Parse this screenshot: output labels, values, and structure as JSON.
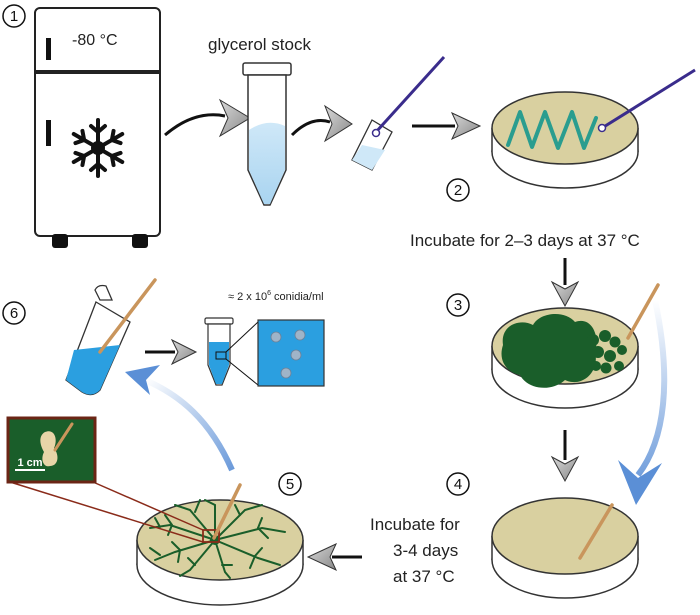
{
  "freezer": {
    "temperature": "-80 °C"
  },
  "steps": {
    "s1": "1",
    "s2": "2",
    "s3": "3",
    "s4": "4",
    "s5": "5",
    "s6": "6"
  },
  "labels": {
    "glycerol": "glycerol stock",
    "incubate_1": "Incubate for 2–3 days at 37 °C",
    "incubate_2_line1": "Incubate for",
    "incubate_2_line2": "3-4 days",
    "incubate_2_line3": "at 37 °C",
    "conidia_prefix": "≈ 2 x 10",
    "conidia_exp": "6",
    "conidia_suffix": " conidia/ml",
    "scale_bar": "1 cm"
  },
  "colors": {
    "agar": "#d9d0a0",
    "colony": "#1a5e2a",
    "liquid": "#2b9fe0",
    "loop": "#3a2c8c",
    "swab": "#c9955c",
    "arrow_gray": "#a8a8a8",
    "arrow_blue": "#5b8fd6"
  },
  "icons": [
    "snowflake-icon",
    "freezer-icon",
    "tube-icon",
    "petri-dish-icon",
    "swab-icon",
    "pipette-loop-icon"
  ]
}
